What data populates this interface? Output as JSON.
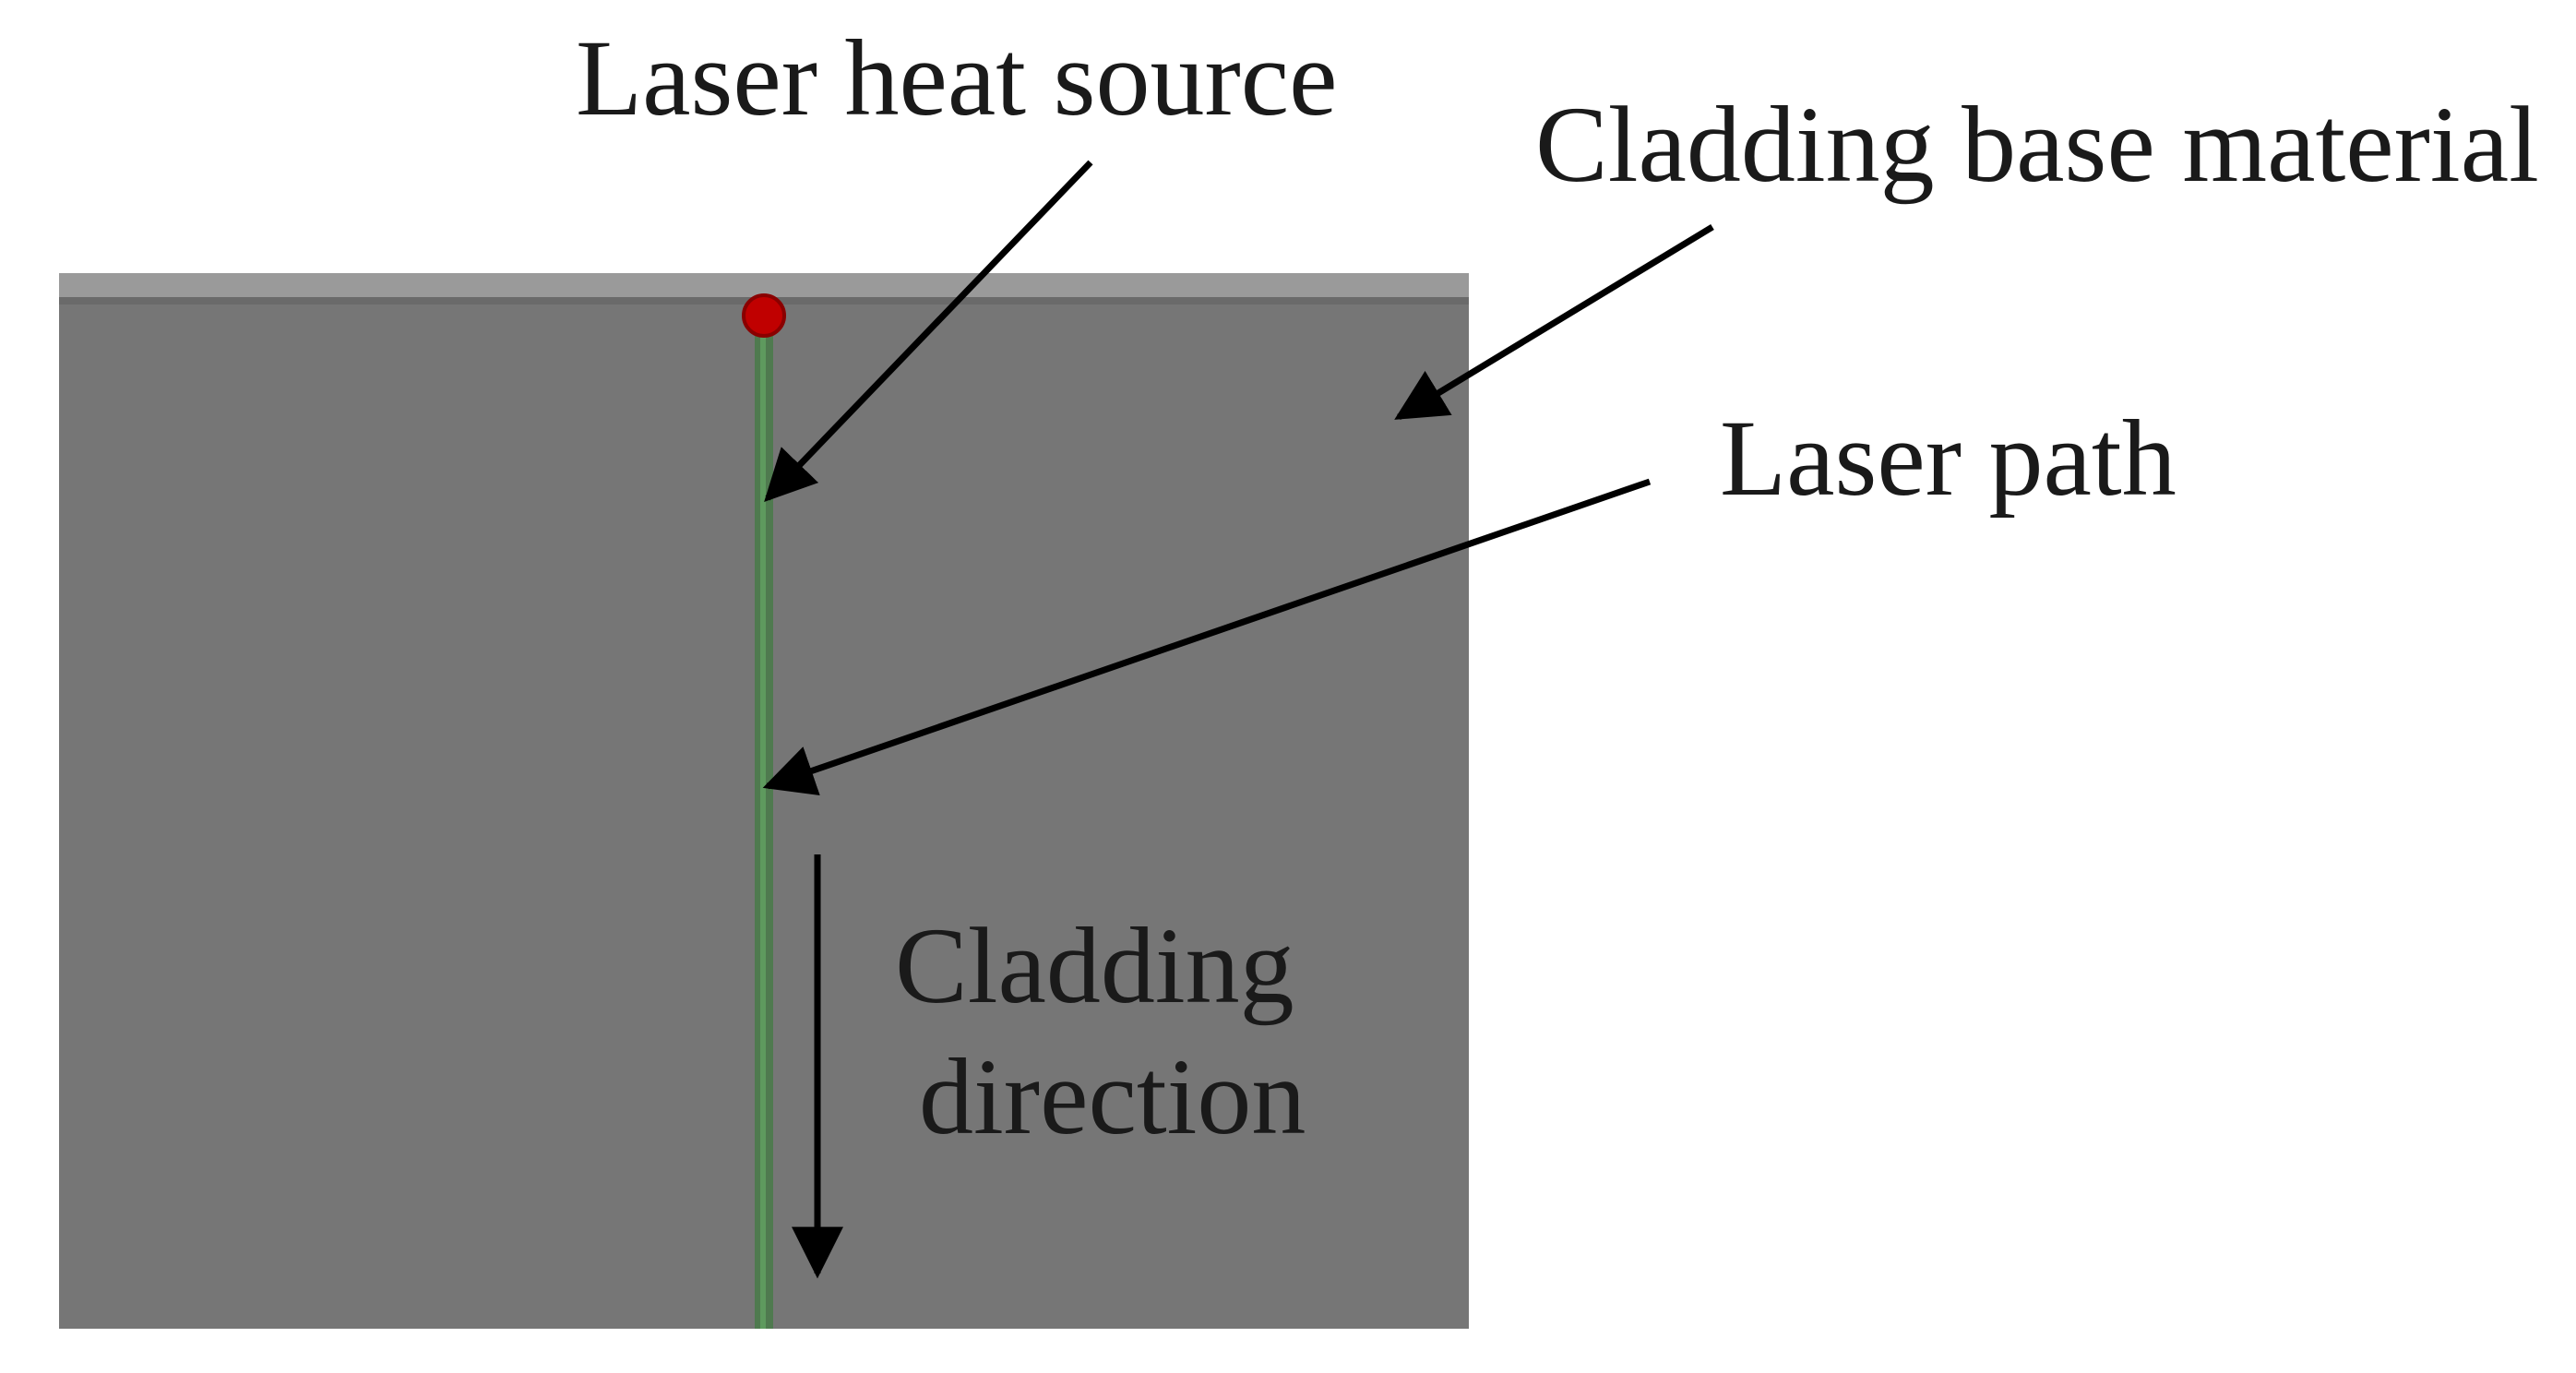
{
  "labels": {
    "laser_heat_source": "Laser heat source",
    "cladding_base_material": "Cladding base material",
    "laser_path": "Laser path",
    "cladding_direction_line1": "Cladding",
    "cladding_direction_line2": "direction"
  },
  "colors": {
    "base_material_fill": "#767676",
    "base_material_top_edge": "#9a9a9a",
    "laser_path_line": "#4f7a4f",
    "heat_source_dot": "#c00000",
    "arrow": "#000000"
  },
  "icons": {
    "heat_source": "red-dot",
    "direction": "down-arrow"
  }
}
